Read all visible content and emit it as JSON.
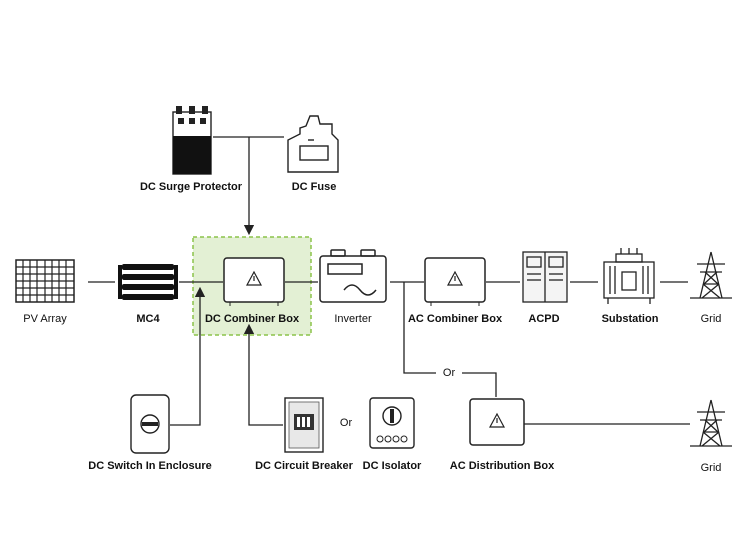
{
  "labels": {
    "pv_array": "PV Array",
    "mc4": "MC4",
    "dc_combiner_box": "DC Combiner Box",
    "inverter": "Inverter",
    "ac_combiner_box": "AC Combiner Box",
    "acpd": "ACPD",
    "substation": "Substation",
    "grid_top": "Grid",
    "dc_surge_protector": "DC Surge Protector",
    "dc_fuse": "DC Fuse",
    "dc_switch": "DC Switch In Enclosure",
    "dc_circuit_breaker": "DC Circuit Breaker",
    "or_breaker": "Or",
    "dc_isolator": "DC Isolator",
    "ac_distribution_box": "AC Distribution Box",
    "grid_bottom": "Grid",
    "or_branch": "Or"
  },
  "colors": {
    "highlight_fill": "#e3f0d4",
    "highlight_border": "#8bc34a",
    "line": "#222222"
  },
  "icons": [
    "pv-panel-icon",
    "mc4-connector-icon",
    "combiner-box-icon",
    "inverter-icon",
    "ac-combiner-box-icon",
    "acpd-cabinet-icon",
    "substation-transformer-icon",
    "grid-tower-icon",
    "surge-protector-icon",
    "fuse-icon",
    "dc-switch-icon",
    "circuit-breaker-icon",
    "isolator-icon",
    "ac-distribution-box-icon"
  ]
}
